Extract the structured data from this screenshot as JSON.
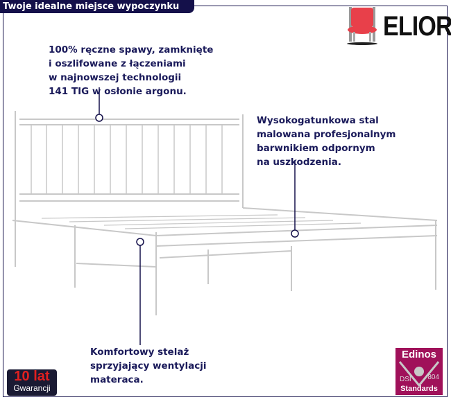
{
  "header": {
    "title": "Twoje idealne miejsce wypoczynku"
  },
  "brand": {
    "name": "ELIOR",
    "icon": "chair-icon"
  },
  "notes": [
    {
      "lines": [
        "100% ręczne spawy, zamknięte",
        "i oszlifowane z łączeniami",
        "w najnowszej technologii",
        "141 TIG w osłonie argonu."
      ]
    },
    {
      "lines": [
        "Wysokogatunkowa stal",
        "malowana profesjonalnym",
        "barwnikiem odpornym",
        "na uszkodzenia."
      ]
    },
    {
      "lines": [
        "Komfortowy stelaż",
        "sprzyjający wentylacji",
        "materaca."
      ]
    }
  ],
  "warranty": {
    "value": "10 lat",
    "label": "Gwarancji"
  },
  "certificate": {
    "name": "Edinos",
    "left": "DSI",
    "right": "804",
    "label": "Standards"
  },
  "colors": {
    "navy": "#14104a",
    "text": "#1a1a5a",
    "warranty_red": "#e02020",
    "edinos": "#a0115a",
    "chair_red": "#e8404a"
  }
}
